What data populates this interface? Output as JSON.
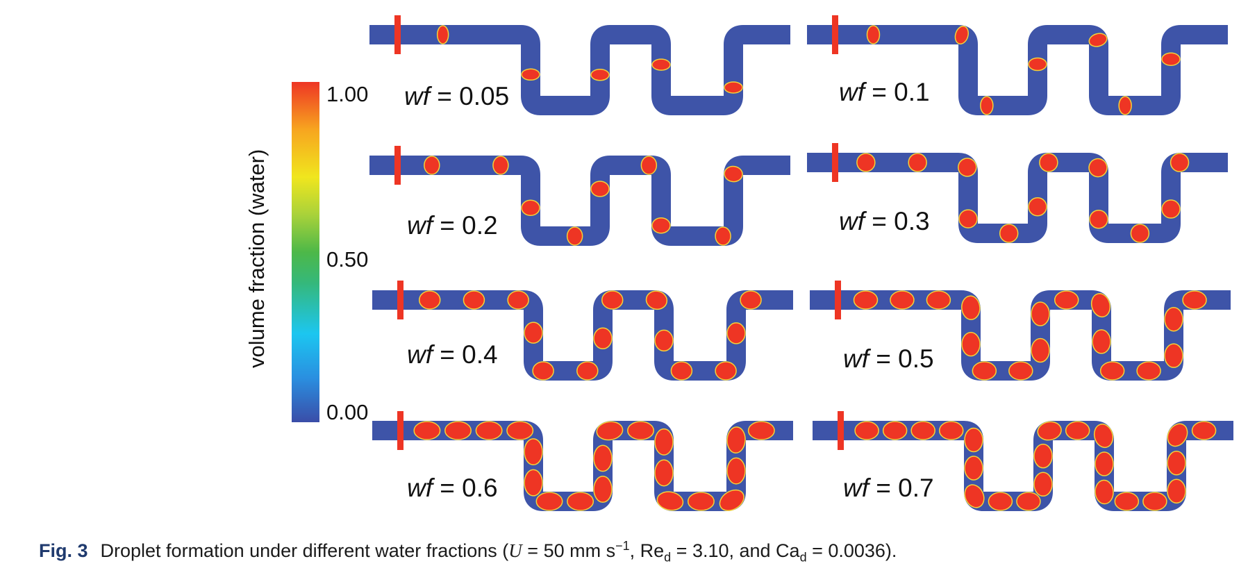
{
  "colorbar": {
    "title": "volume fraction (water)",
    "ticks": [
      "1.00",
      "0.50",
      "0.00"
    ],
    "colors": [
      "#3a4da8",
      "#1cc6f0",
      "#4db848",
      "#f0e61e",
      "#ee3524"
    ]
  },
  "panels": [
    {
      "label_prefix": "wf",
      "label_value": " = 0.05",
      "wf": 0.05
    },
    {
      "label_prefix": "wf",
      "label_value": " = 0.1",
      "wf": 0.1
    },
    {
      "label_prefix": "wf",
      "label_value": " = 0.2",
      "wf": 0.2
    },
    {
      "label_prefix": "wf",
      "label_value": " = 0.3",
      "wf": 0.3
    },
    {
      "label_prefix": "wf",
      "label_value": " = 0.4",
      "wf": 0.4
    },
    {
      "label_prefix": "wf",
      "label_value": " = 0.5",
      "wf": 0.5
    },
    {
      "label_prefix": "wf",
      "label_value": " = 0.6",
      "wf": 0.6
    },
    {
      "label_prefix": "wf",
      "label_value": " = 0.7",
      "wf": 0.7
    }
  ],
  "colors": {
    "channel": "#3e54a8",
    "droplet": "#ee3524",
    "interface": "#f3d23a"
  },
  "caption": {
    "fig_label": "Fig. 3",
    "text_1": "Droplet formation under different water fractions (",
    "U": "U",
    "eq_1": " = 50 mm s",
    "exp": "−1",
    "re": ", Re",
    "sub_d1": "d",
    "eq_2": " = 3.10, and Ca",
    "sub_d2": "d",
    "eq_3": " = 0.0036)."
  }
}
